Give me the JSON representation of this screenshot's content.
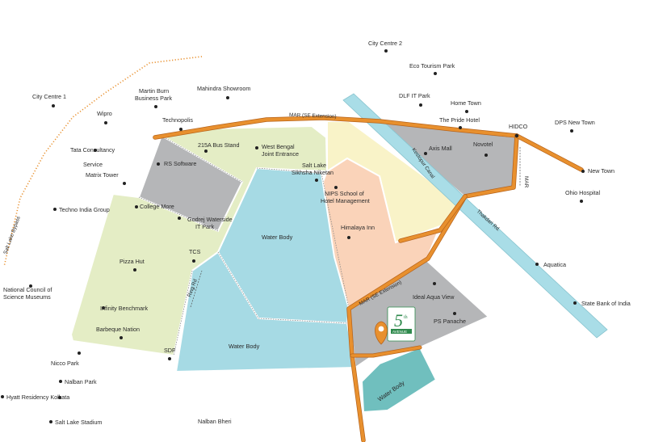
{
  "map": {
    "project_logo": {
      "numeral": "5",
      "superscript": "th",
      "word": "AVENUE"
    },
    "zones": {
      "water_body_large": "Water Body",
      "water_body_lower": "Water Body",
      "water_body_small": "Water Body"
    },
    "roads": {
      "mar_top": "MAR (SE Extension)",
      "mar_mid": "MAR (SE Extension)",
      "thakdari": "Thakdari Rd.",
      "kestopur": "Kestopur Canal",
      "ring": "Ring Rd",
      "mar_short": "MAR",
      "bypass": "Salt Lake Bypass"
    },
    "landmarks": {
      "city_centre_2": "City Centre 2",
      "eco_tourism_park": "Eco Tourism Park",
      "dlf_it_park": "DLF IT Park",
      "home_town": "Home Town",
      "the_pride_hotel": "The Pride Hotel",
      "hidco": "HIDCO",
      "dps_new_town": "DPS New Town",
      "new_town": "New Town",
      "ohio_hospital": "Ohio Hospital",
      "aquatica": "Aquatica",
      "state_bank": "State Bank of India",
      "city_centre_1": "City Centre 1",
      "wipro": "Wipro",
      "martin_burn_1": "Martin Burn",
      "martin_burn_2": "Business Park",
      "mahindra_showroom": "Mahindra Showroom",
      "technopolis": "Technopolis",
      "bus_stand": "215A Bus Stand",
      "wb_joint_1": "West Bengal",
      "wb_joint_2": "Joint Entrance",
      "rs_software": "RS Software",
      "salt_lake_sn_1": "Salt Lake",
      "salt_lake_sn_2": "Sikhsha Niketan",
      "axis_mall": "Axis Mall",
      "novotel": "Novotel",
      "tcs_service_1": "Tata Consultancy",
      "tcs_service_2": "Service",
      "matrix_tower": "Matrix Tower",
      "nips_1": "NIPS School of",
      "nips_2": "Hotel Management",
      "techno_india": "Techno India Group",
      "college_more": "College More",
      "godrej_1": "Godrej Waterside",
      "godrej_2": "IT Park",
      "himalaya_inn": "Himalaya Inn",
      "pizza_hut": "Pizza Hut",
      "tcs": "TCS",
      "science_museums_1": "National Council of",
      "science_museums_2": "Science Museums",
      "ideal_aqua_view": "Ideal Aqua View",
      "ps_panache": "PS Panache",
      "infinity_benchmark": "Infinity Benchmark",
      "barbeque_nation": "Barbeque Nation",
      "sdf": "SDF",
      "nicco_park": "Nicco Park",
      "nalban_park": "Nalban Park",
      "hyatt": "Hyatt Residency Kolkata",
      "salt_lake_stadium": "Salt Lake Stadium",
      "nalban_bheri": "Nalban Bheri"
    }
  },
  "colors": {
    "road_main": "#E8902E",
    "road_outline": "#B7641C",
    "zone_green": "#E4EDC5",
    "zone_gray": "#B5B6B8",
    "zone_yellow": "#F9F3C8",
    "zone_peach": "#FAD3B9",
    "zone_water": "#A6DAE4",
    "zone_teal": "#70BFBE",
    "canal": "#A9DDE7",
    "logo_green": "#2F8A4D",
    "marker": "#E8902E"
  }
}
